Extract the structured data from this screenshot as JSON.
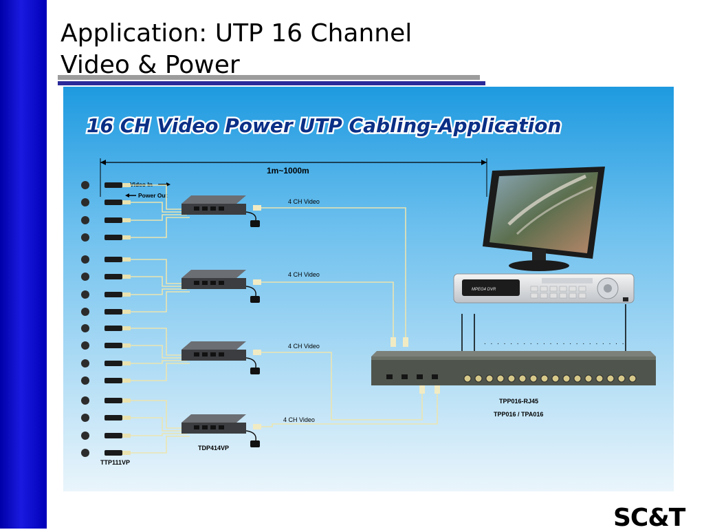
{
  "slide": {
    "title_line1": "Application: UTP 16 Channel",
    "title_line2": "Video & Power"
  },
  "diagram": {
    "heading": "16 CH Video Power UTP Cabling-Application",
    "distance_label": "1m~1000m",
    "video_in_label": "Video In",
    "power_out_label": "Power Out",
    "video_labels": [
      "4 CH Video",
      "4 CH Video",
      "4 CH Video",
      "4 CH Video"
    ],
    "rack_model_1": "TPP016-RJ45",
    "rack_model_2": "TPP016 / TPA016",
    "hub_model": "TDP414VP",
    "transceiver_model": "TTP111VP",
    "dvr_label": "MPEG4 DVR",
    "colors": {
      "background_top": "#1e9ae0",
      "background_bottom": "#e8f4fb",
      "heading_fill": "#0a2f86",
      "cable": "#e6dfa0"
    }
  },
  "logo": {
    "text": "SC&T"
  }
}
